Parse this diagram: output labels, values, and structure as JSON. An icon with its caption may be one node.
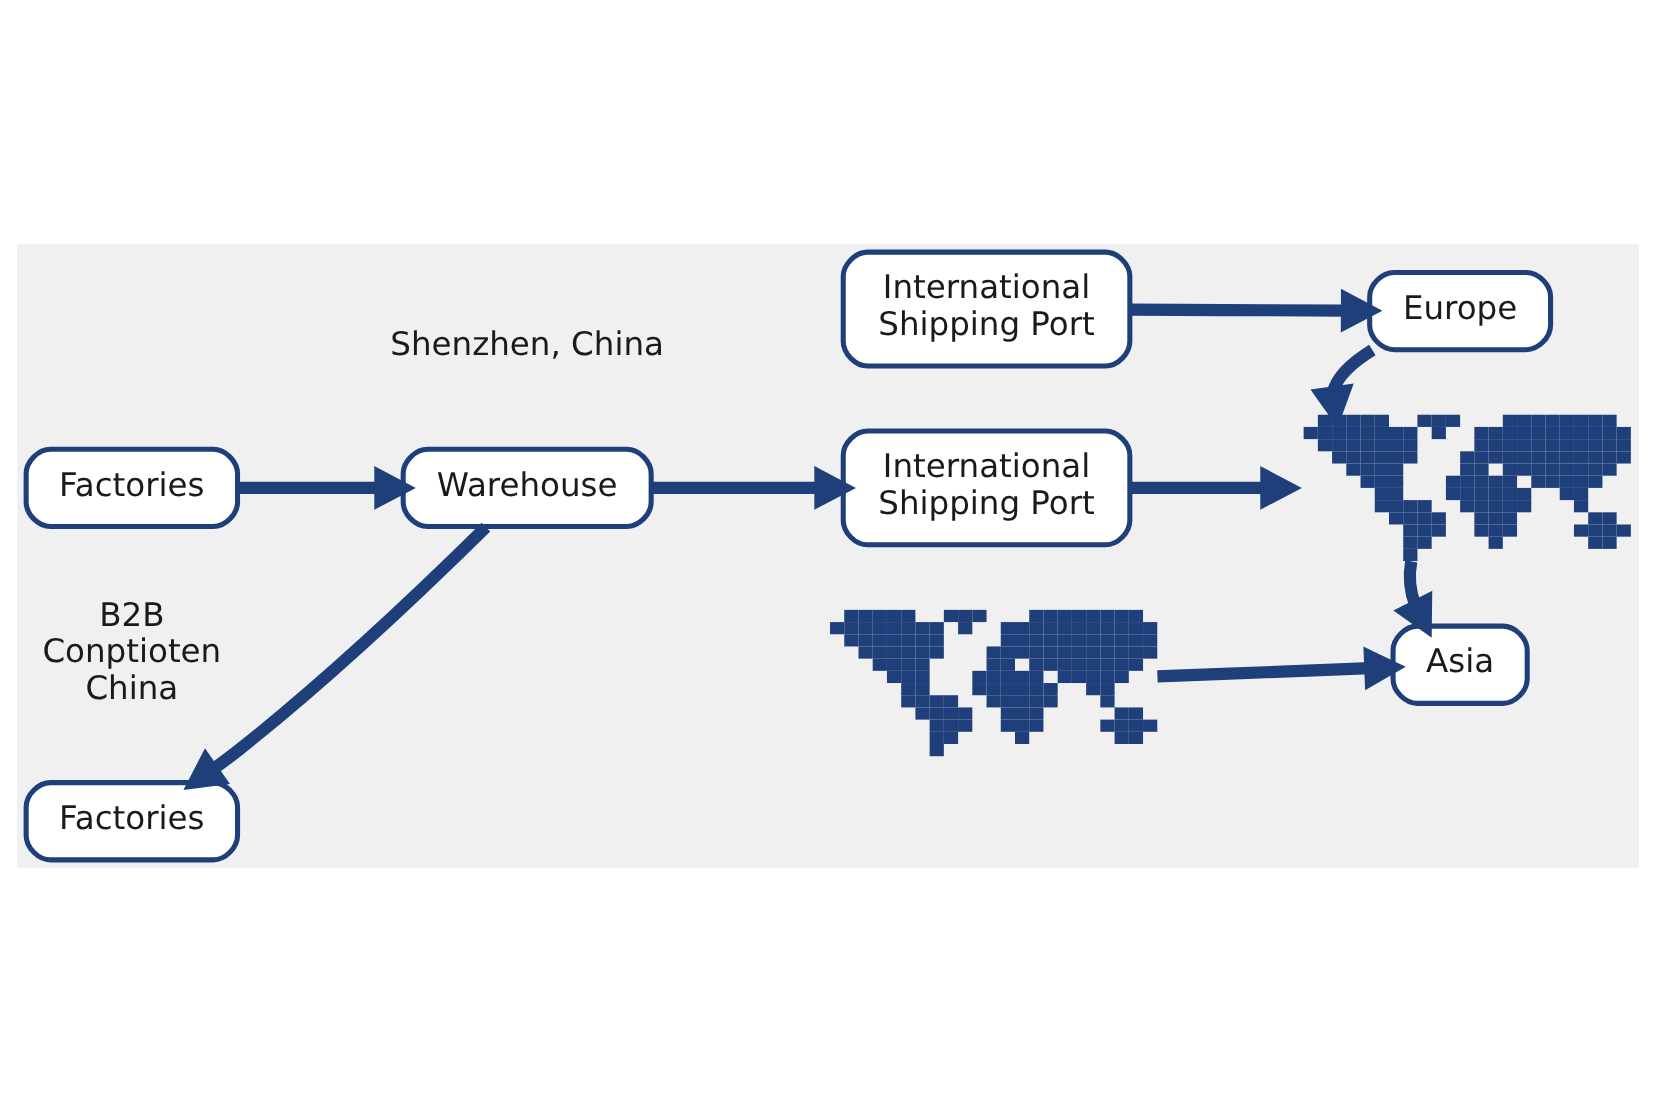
{
  "diagram": {
    "nodes": [
      {
        "text": [
          "Factories"
        ]
      },
      {
        "text": [
          "International Shipping Port"
        ]
      },
      {
        "text": [
          "Europe"
        ]
      },
      {
        "text": [
          "Warehouse"
        ]
      },
      {
        "text": [
          "International Shipping Port"
        ]
      },
      {
        "text": [],
        "shape": "picture"
      },
      {
        "text": [
          "Factories"
        ]
      },
      {
        "text": [],
        "shape": "picture"
      },
      {
        "text": [
          "Asia"
        ]
      }
    ],
    "edges": [
      {
        "from": 1,
        "to": 2,
        "arrow": "to"
      },
      {
        "from": 0,
        "to": 3,
        "arrow": "to"
      },
      {
        "from": 2,
        "to": 5,
        "arrow": "to"
      },
      {
        "from": 3,
        "to": 4,
        "arrow": "to"
      },
      {
        "from": 4,
        "to": 5,
        "arrow": "to"
      },
      {
        "from": 3,
        "to": 6,
        "arrow": "to"
      },
      {
        "from": 5,
        "to": 8,
        "arrow": "to"
      },
      {
        "from": 7,
        "to": 8,
        "arrow": "to"
      }
    ],
    "labels": [
      "Shenzhen, China",
      "B2B Conptioten China"
    ]
  }
}
